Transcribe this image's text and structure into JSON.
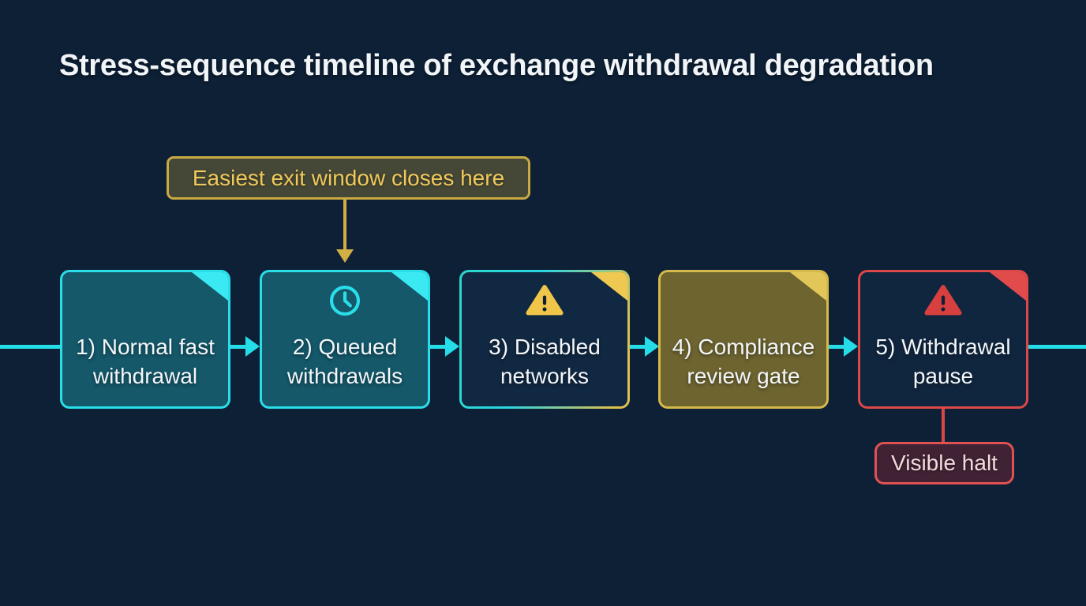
{
  "title": "Stress-sequence timeline of exchange withdrawal degradation",
  "callout": {
    "label": "Easiest exit window closes here"
  },
  "halt": {
    "label": "Visible halt"
  },
  "stages": [
    {
      "line1": "1) Normal fast",
      "line2": "withdrawal",
      "icon": "none",
      "state": "normal"
    },
    {
      "line1": "2) Queued",
      "line2": "withdrawals",
      "icon": "clock-icon",
      "state": "queued"
    },
    {
      "line1": "3) Disabled",
      "line2": "networks",
      "icon": "warning-icon",
      "state": "warning"
    },
    {
      "line1": "4) Compliance",
      "line2": "review gate",
      "icon": "none",
      "state": "gate"
    },
    {
      "line1": "5) Withdrawal",
      "line2": "pause",
      "icon": "warning-icon",
      "state": "halted"
    }
  ],
  "colors": {
    "background": "#0d2036",
    "accent_cyan": "#2adee9",
    "accent_gold": "#d6b94a",
    "accent_red": "#dd4848",
    "teal_fill": "#14586a",
    "olive_fill": "#6d6430",
    "navy_fill": "#112842",
    "callout_text": "#f0c95c",
    "halt_fill": "#3f2233",
    "halt_text": "#f5d9dc",
    "title_text": "#f2f5f8"
  }
}
